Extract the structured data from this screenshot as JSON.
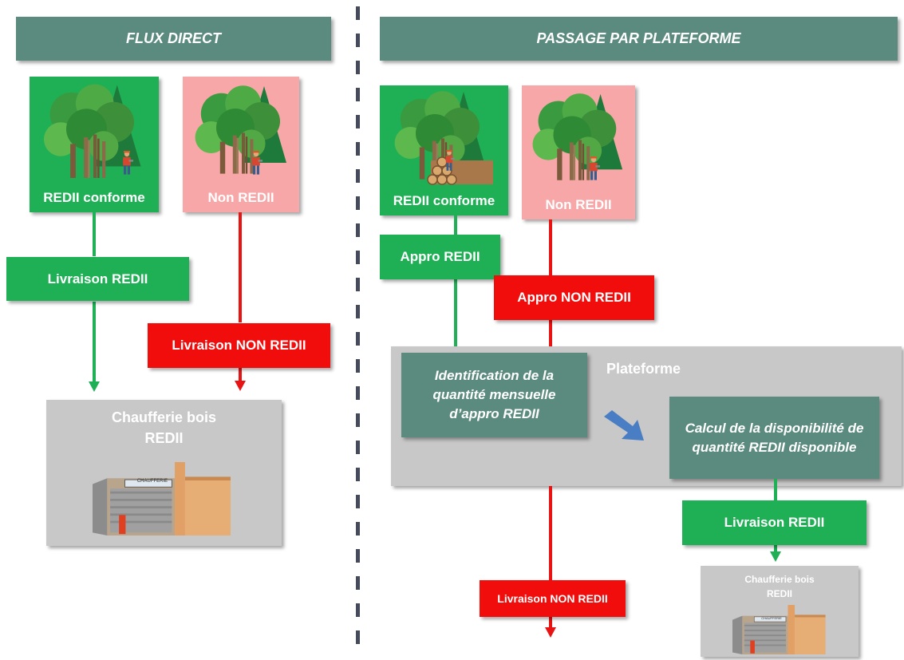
{
  "left": {
    "header": "FLUX DIRECT",
    "tile_conforme": "REDII conforme",
    "tile_non": "Non REDII",
    "livraison_redii": "Livraison REDII",
    "livraison_non_redii": "Livraison NON REDII",
    "chaufferie": {
      "line1": "Chaufferie bois",
      "line2": "REDII",
      "sign": "CHAUFFERIE"
    }
  },
  "right": {
    "header": "PASSAGE PAR PLATEFORME",
    "tile_conforme": "REDII conforme",
    "tile_non": "Non REDII",
    "appro_redii": "Appro REDII",
    "appro_non_redii": "Appro NON REDII",
    "plateforme_label": "Plateforme",
    "identification": "Identification de la quantité mensuelle d’appro REDII",
    "calcul": "Calcul de la disponibilité de quantité REDII disponible",
    "livraison_redii": "Livraison REDII",
    "livraison_non_redii": "Livraison NON REDII",
    "chaufferie": {
      "line1": "Chaufferie bois",
      "line2": "REDII",
      "sign": "CHAUFFERIE"
    }
  },
  "colors": {
    "header_teal": "#5b8a7e",
    "green": "#1fb056",
    "red": "#f20d0d",
    "pink": "#f7a7a7",
    "grey": "#c8c8c8",
    "blue_arrow": "#4a7ec4",
    "divider": "#454b5c"
  },
  "icons": [
    "forest-icon",
    "lumberjack-icon",
    "log-pile-icon",
    "boiler-building-icon",
    "diagonal-arrow-icon"
  ]
}
